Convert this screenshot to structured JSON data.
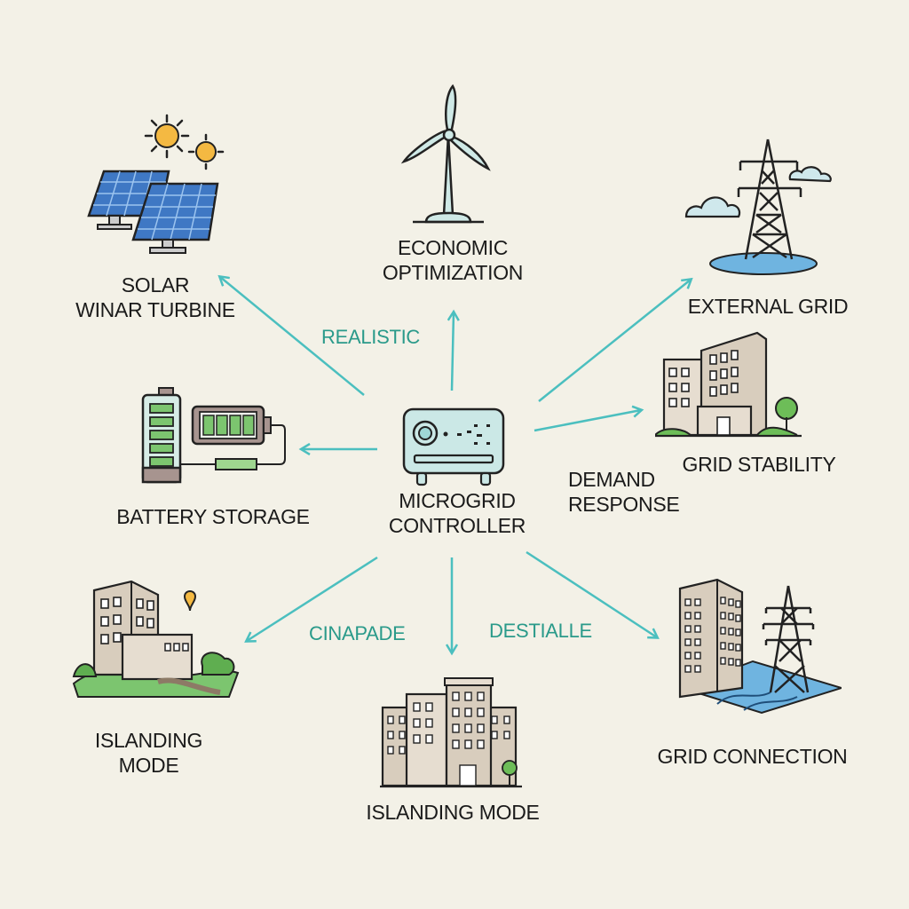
{
  "diagram": {
    "center": {
      "label_line1": "MICROGRID",
      "label_line2": "CONTROLLER",
      "icon": "controller-device-icon"
    },
    "nodes": [
      {
        "id": "solar",
        "line1": "SOLAR",
        "line2": "WINAR TURBINE",
        "icon": "solar-panels-icon"
      },
      {
        "id": "economic",
        "line1": "ECONOMIC",
        "line2": "OPTIMIZATION",
        "icon": "wind-turbine-icon"
      },
      {
        "id": "external-grid",
        "line1": "EXTERNAL GRID",
        "icon": "transmission-tower-icon"
      },
      {
        "id": "grid-stability",
        "line1": "GRID STABILITY",
        "icon": "buildings-icon"
      },
      {
        "id": "demand-response",
        "line1": "DEMAND",
        "line2": "RESPONSE"
      },
      {
        "id": "battery",
        "line1": "BATTERY STORAGE",
        "icon": "battery-icon"
      },
      {
        "id": "islanding-left",
        "line1": "ISLANDING",
        "line2": "MODE",
        "icon": "building-landscape-icon"
      },
      {
        "id": "islanding-bottom",
        "line1": "ISLANDING MODE",
        "icon": "city-buildings-icon"
      },
      {
        "id": "grid-connection",
        "line1": "GRID CONNECTION",
        "icon": "building-tower-icon"
      }
    ],
    "edge_labels": {
      "realistic": "REALISTIC",
      "cinapade": "CINAPADE",
      "destialle": "DESTIALLE"
    },
    "colors": {
      "background": "#f3f1e7",
      "arrow": "#4bbfbf",
      "edge_label": "#2a9a8a",
      "text": "#1a1a1a"
    }
  }
}
